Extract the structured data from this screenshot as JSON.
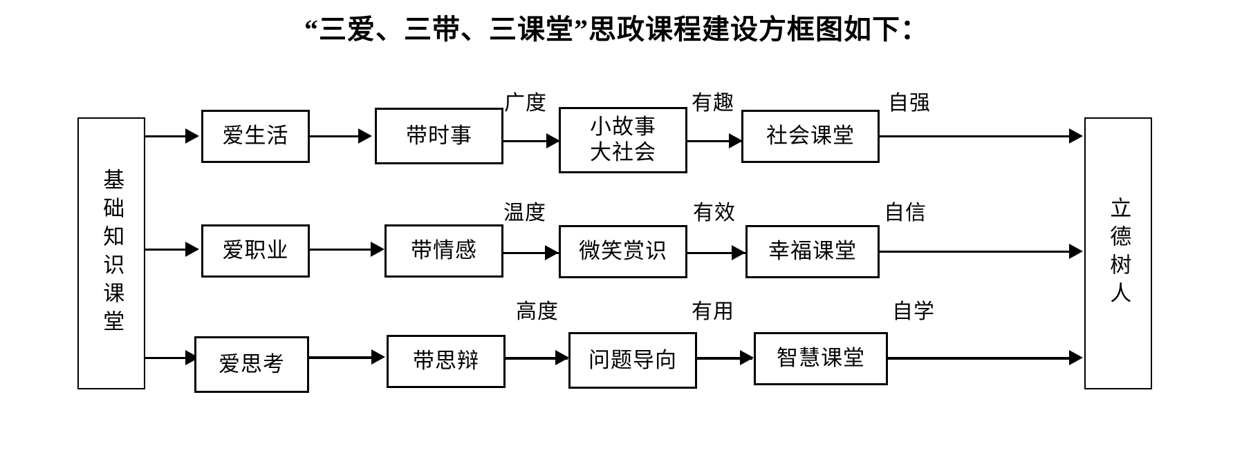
{
  "title": "“三爱、三带、三课堂”思政课程建设方框图如下：",
  "diagram": {
    "type": "flow-diagram",
    "orientation": "left-to-right",
    "colors": {
      "stroke": "#000000",
      "background": "#ffffff",
      "text": "#000000"
    },
    "start_node": {
      "label": "基础知识课堂",
      "orientation": "vertical"
    },
    "end_node": {
      "label": "立德树人",
      "orientation": "vertical"
    },
    "rows": [
      {
        "id": "row-1",
        "nodes": [
          {
            "label": "爱生活"
          },
          {
            "label": "带时事"
          },
          {
            "label_line1": "小故事",
            "label_line2": "大社会"
          },
          {
            "label": "社会课堂"
          }
        ],
        "edge_labels": [
          "广度",
          "有趣",
          "自强"
        ]
      },
      {
        "id": "row-2",
        "nodes": [
          {
            "label": "爱职业"
          },
          {
            "label": "带情感"
          },
          {
            "label": "微笑赏识"
          },
          {
            "label": "幸福课堂"
          }
        ],
        "edge_labels": [
          "温度",
          "有效",
          "自信"
        ]
      },
      {
        "id": "row-3",
        "nodes": [
          {
            "label": "爱思考"
          },
          {
            "label": "带思辩"
          },
          {
            "label": "问题导向"
          },
          {
            "label": "智慧课堂"
          }
        ],
        "edge_labels": [
          "高度",
          "有用",
          "自学"
        ]
      }
    ]
  }
}
